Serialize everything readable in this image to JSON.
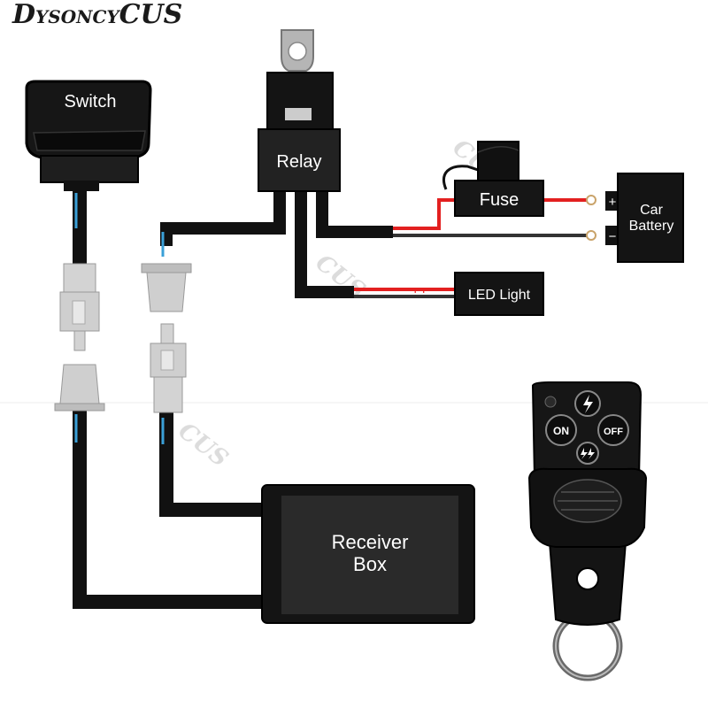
{
  "brand": {
    "caps_first": "D",
    "small_1": "YSONCY",
    "caps_second": "CUS"
  },
  "components": {
    "switch": {
      "label": "Switch"
    },
    "relay": {
      "label": "Relay"
    },
    "fuse": {
      "label": "Fuse"
    },
    "battery": {
      "label_line1": "Car",
      "label_line2": "Battery",
      "plus": "+",
      "minus": "−"
    },
    "led": {
      "label": "LED Light",
      "polarity": "+ +"
    },
    "receiver": {
      "label_line1": "Receiver",
      "label_line2": "Box"
    },
    "remote": {
      "on_button": "ON",
      "off_button": "OFF"
    }
  },
  "colors": {
    "wire": "#111111",
    "positive": "#e32020",
    "negative": "#333333",
    "stripe": "#3aa0d8",
    "connector": "#cfcfcf",
    "terminal": "#c9a36a"
  }
}
